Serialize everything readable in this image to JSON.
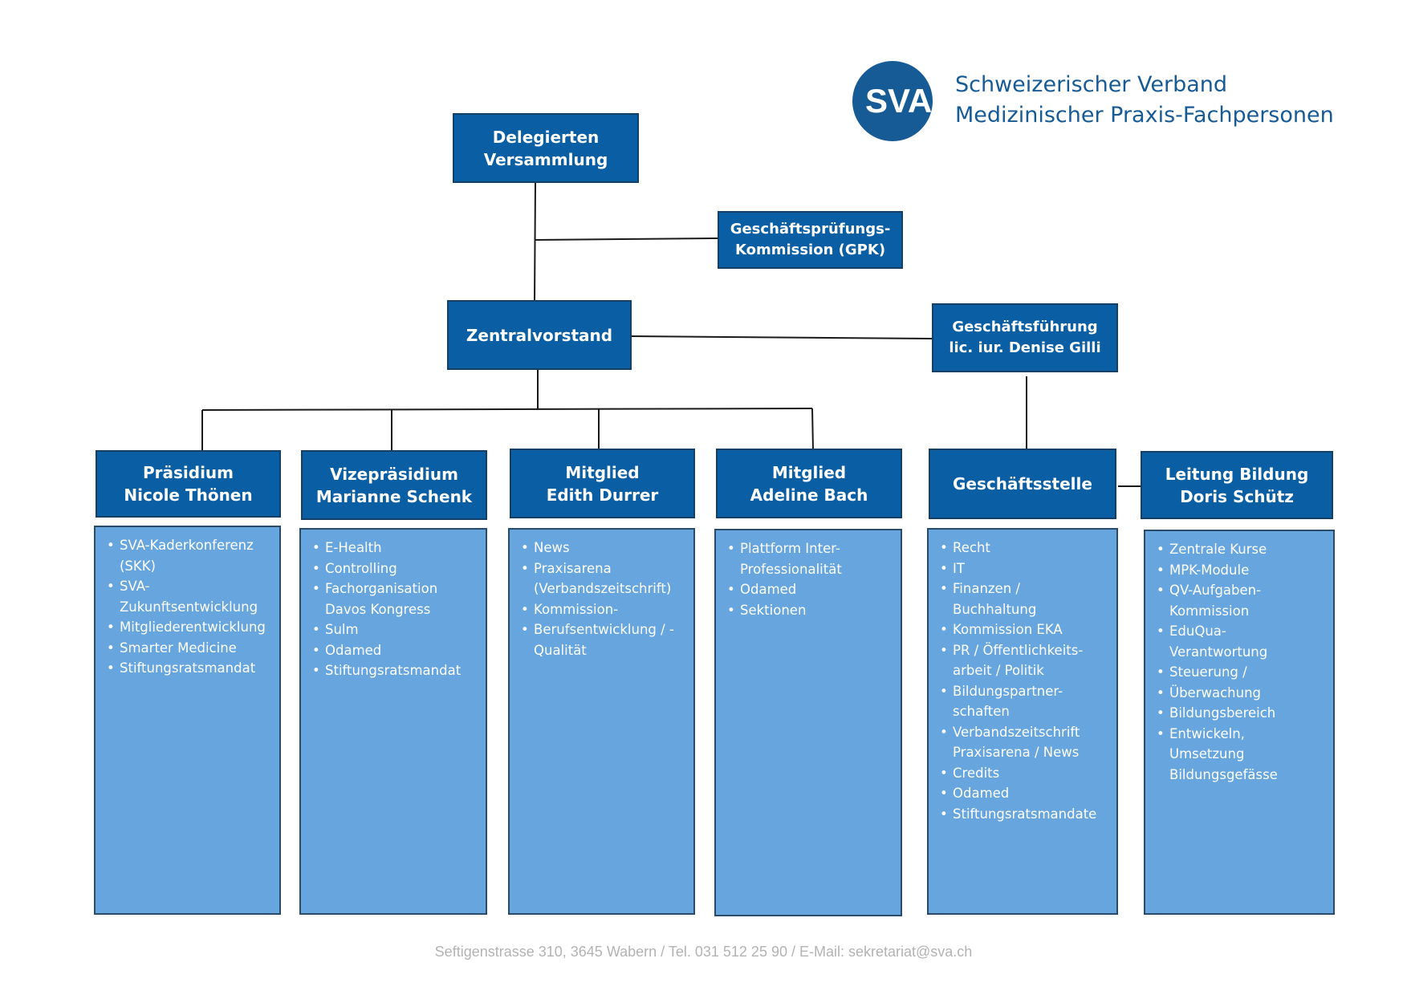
{
  "brand": {
    "logo_text": "SVA",
    "name_line1": "Schweizerischer Verband",
    "name_line2": "Medizinischer Praxis-Fachpersonen",
    "color": "#165a96"
  },
  "colors": {
    "header_fill": "#0a5ea3",
    "panel_fill": "#67a5de",
    "connector": "#1a1a1a",
    "footer_text": "#b3b3b3"
  },
  "nodes": {
    "delegierten": {
      "lines": [
        "Delegierten",
        "Versammlung"
      ]
    },
    "gpk": {
      "lines": [
        "Geschäftsprüfungs-",
        "Kommission (GPK)"
      ]
    },
    "zentralvorstand": {
      "lines": [
        "Zentralvorstand"
      ]
    },
    "geschaeftsfuehrung": {
      "lines": [
        "Geschäftsführung",
        "lic. iur. Denise Gilli"
      ]
    },
    "praesidium": {
      "lines": [
        "Präsidium",
        "Nicole Thönen"
      ]
    },
    "vizepraesidium": {
      "lines": [
        "Vizepräsidium",
        "Marianne Schenk"
      ]
    },
    "mitglied_durrer": {
      "lines": [
        "Mitglied",
        "Edith Durrer"
      ]
    },
    "mitglied_bach": {
      "lines": [
        "Mitglied",
        "Adeline Bach"
      ]
    },
    "geschaeftsstelle": {
      "lines": [
        "Geschäftsstelle"
      ]
    },
    "leitung_bildung": {
      "lines": [
        "Leitung Bildung",
        "Doris Schütz"
      ]
    }
  },
  "panels": {
    "praesidium": [
      [
        "SVA-Kaderkonferenz",
        "(SKK)"
      ],
      [
        "SVA-",
        "Zukunftsentwicklung"
      ],
      [
        "Mitgliederentwicklung"
      ],
      [
        "Smarter Medicine"
      ],
      [
        "Stiftungsratsmandat"
      ]
    ],
    "vizepraesidium": [
      [
        "E-Health"
      ],
      [
        "Controlling"
      ],
      [
        "Fachorganisation",
        "Davos Kongress"
      ],
      [
        "Sulm"
      ],
      [
        "Odamed"
      ],
      [
        "Stiftungsratsmandat"
      ]
    ],
    "mitglied_durrer": [
      [
        "News"
      ],
      [
        "Praxisarena",
        "(Verbandszeitschrift)"
      ],
      [
        "Kommission-"
      ],
      [
        "Berufsentwicklung / -",
        "Qualität"
      ]
    ],
    "mitglied_bach": [
      [
        "Plattform Inter-",
        "Professionalität"
      ],
      [
        "Odamed"
      ],
      [
        "Sektionen"
      ]
    ],
    "geschaeftsstelle": [
      [
        "Recht"
      ],
      [
        "IT"
      ],
      [
        "Finanzen /",
        "Buchhaltung"
      ],
      [
        "Kommission EKA"
      ],
      [
        "PR / Öffentlichkeits-",
        "arbeit / Politik"
      ],
      [
        "Bildungspartner-",
        "schaften"
      ],
      [
        "Verbandszeitschrift",
        "Praxisarena / News"
      ],
      [
        "Credits"
      ],
      [
        "Odamed"
      ],
      [
        "Stiftungsratsmandate"
      ]
    ],
    "leitung_bildung": [
      [
        "Zentrale Kurse"
      ],
      [
        "MPK-Module"
      ],
      [
        "QV-Aufgaben-",
        "Kommission"
      ],
      [
        "EduQua-",
        "Verantwortung"
      ],
      [
        "Steuerung /"
      ],
      [
        "Überwachung"
      ],
      [
        "Bildungsbereich"
      ],
      [
        "Entwickeln,",
        "Umsetzung",
        "Bildungsgefässe"
      ]
    ]
  },
  "footer": "Seftigenstrasse 310, 3645 Wabern / Tel. 031 512 25 90 / E-Mail: sekretariat@sva.ch"
}
